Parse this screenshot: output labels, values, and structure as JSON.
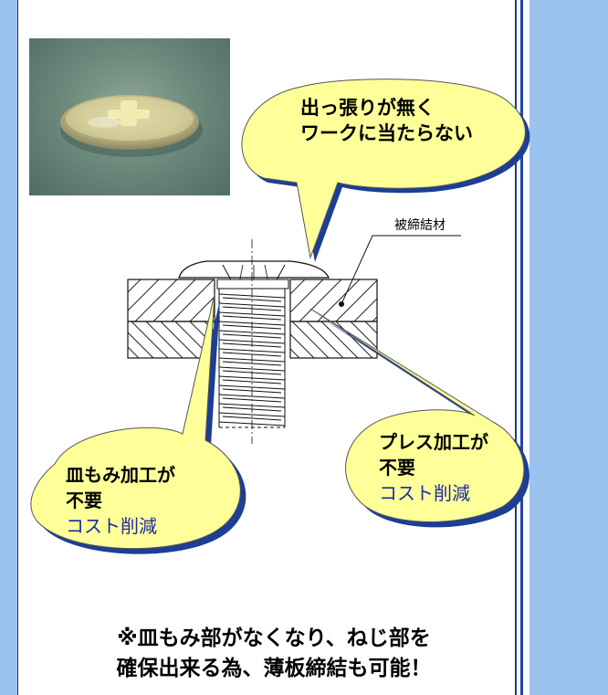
{
  "callouts": {
    "top": {
      "line1": "出っ張りが無く",
      "line2": "ワークに当たらない"
    },
    "left": {
      "line1": "皿もみ加工が",
      "line2": "不要",
      "note": "コスト削減"
    },
    "right": {
      "line1": "プレス加工が",
      "line2": "不要",
      "note": "コスト削減"
    }
  },
  "labels": {
    "fastened_material": "被締結材"
  },
  "footer": {
    "line1": "※皿もみ部がなくなり、ねじ部を",
    "line2": "確保出来る為、薄板締結も可能！"
  },
  "colors": {
    "background_blue": "#9cc3ef",
    "bubble_fill": "#ffff99",
    "bubble_shadow": "#1c3f95",
    "note_blue": "#1a2aa6"
  }
}
